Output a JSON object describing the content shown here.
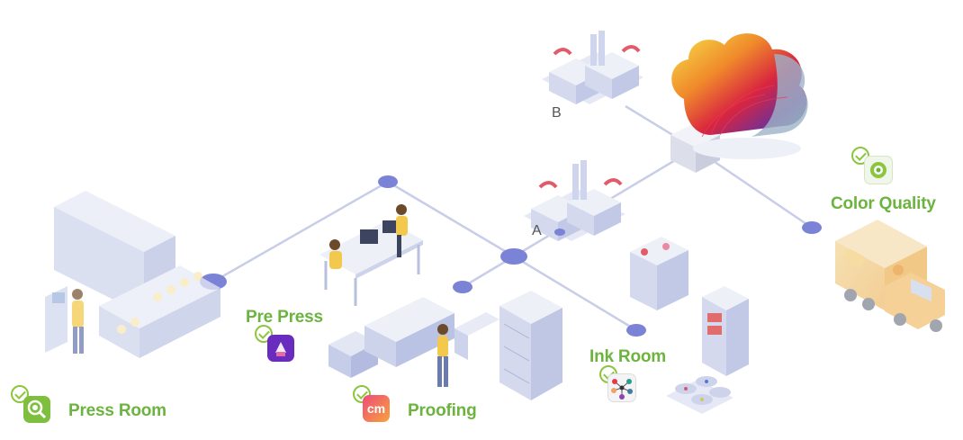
{
  "labels": {
    "press_room": "Press Room",
    "pre_press": "Pre Press",
    "proofing": "Proofing",
    "ink_room": "Ink Room",
    "color_quality": "Color Quality"
  },
  "sites": {
    "a": "A",
    "b": "B"
  },
  "apps": {
    "proofing_logo": "cm"
  },
  "colors": {
    "label_green": "#6cb33f",
    "node_blue": "#7b83d6",
    "line": "#c8cde8",
    "machine": "#dfe4f3"
  },
  "icons": {
    "press_room": "magnifier-gear-icon",
    "pre_press": "color-swatch-icon",
    "proofing": "cm-app-icon",
    "ink_room": "ink-network-icon",
    "color_quality": "target-icon",
    "badge": "checkmark-icon"
  }
}
